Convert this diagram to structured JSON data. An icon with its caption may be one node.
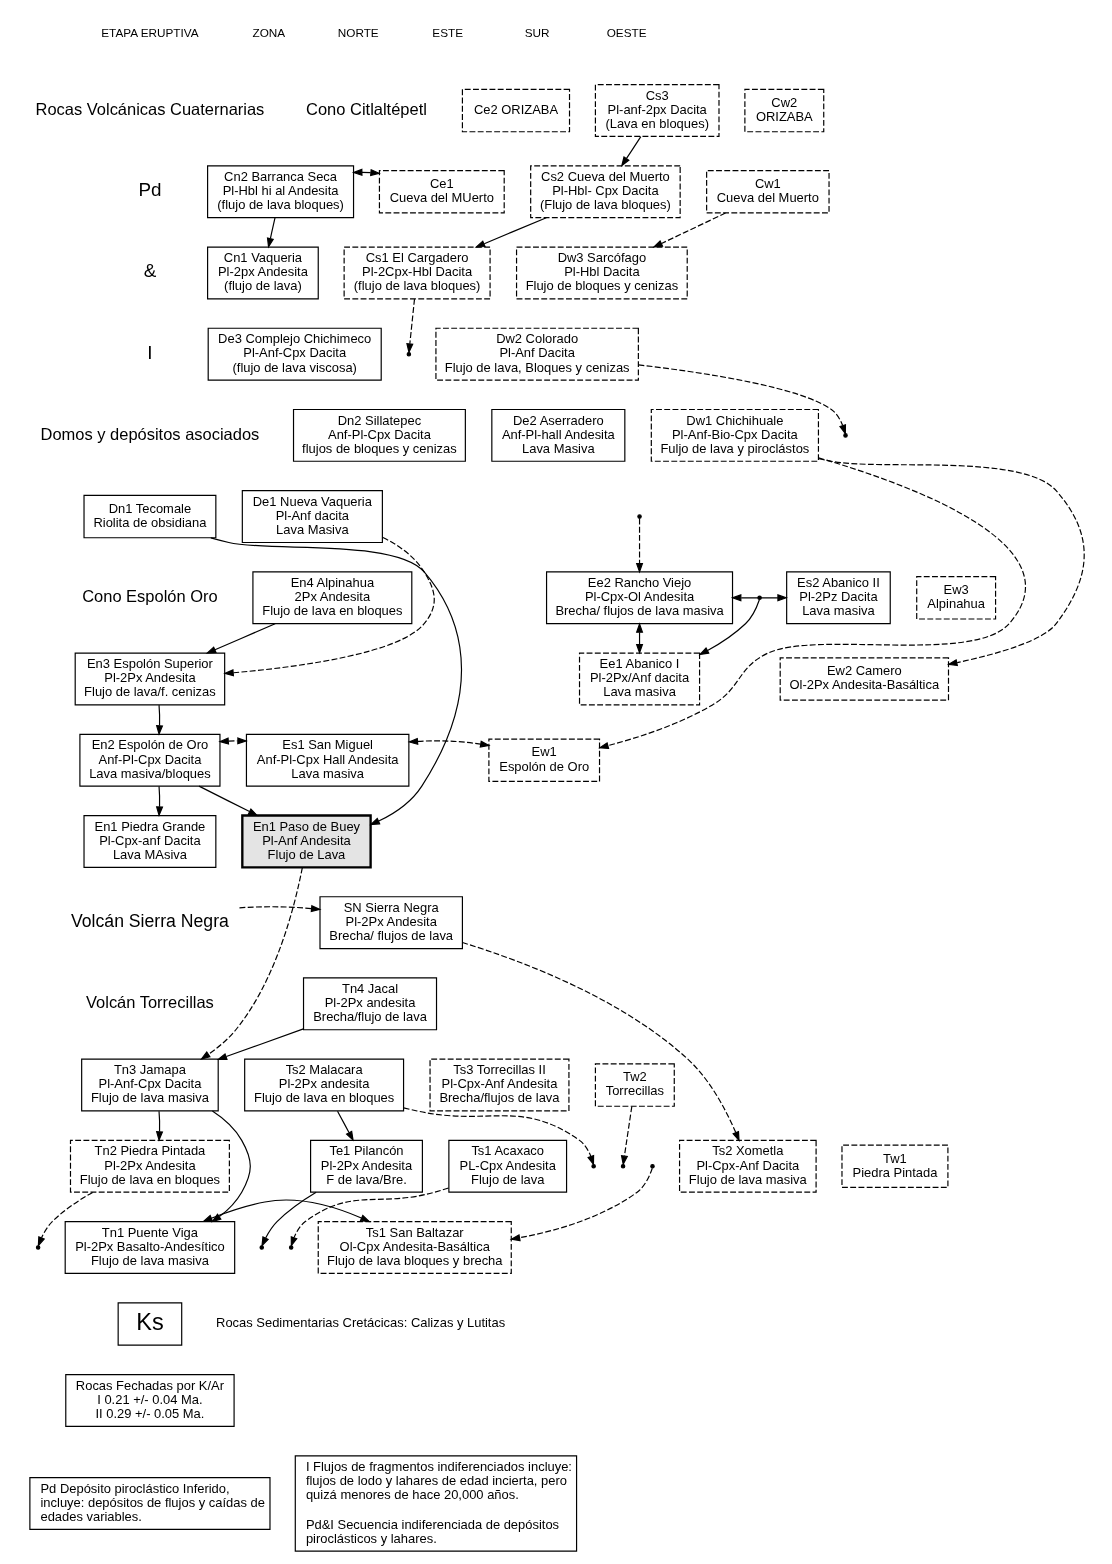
{
  "diagram": {
    "nodes": [
      {
        "text": [
          "Ce2 ORIZABA"
        ]
      },
      {
        "text": [
          "Cs3",
          "Pl-anf-2px Dacita",
          "(Lava en bloques)"
        ]
      },
      {
        "text": [
          "Cw2",
          "ORIZABA"
        ]
      },
      {
        "text": [
          "Cn2 Barranca Seca",
          "Pl-Hbl hi al Andesita",
          "(flujo de lava bloques)"
        ]
      },
      {
        "text": [
          "Ce1",
          "Cueva del MUerto"
        ]
      },
      {
        "text": [
          "Cs2 Cueva del Muerto",
          "Pl-Hbl- Cpx Dacita",
          "(Flujo de lava bloques)"
        ]
      },
      {
        "text": [
          "Cw1",
          "Cueva del Muerto"
        ]
      },
      {
        "text": [
          "Cn1 Vaqueria",
          "Pl-2px Andesita",
          "(flujo de lava)"
        ]
      },
      {
        "text": [
          "Cs1 El Cargadero",
          "Pl-2Cpx-Hbl Dacita",
          "(flujo de lava bloques)"
        ]
      },
      {
        "text": [
          "Dw3 Sarcófago",
          "Pl-Hbl Dacita",
          "Flujo de bloques y cenizas"
        ]
      },
      {
        "text": [
          "De3 Complejo Chichimeco",
          "Pl-Anf-Cpx Dacita",
          "(flujo de lava viscosa)"
        ]
      },
      {
        "text": [
          "Dw2 Colorado",
          "Pl-Anf Dacita",
          "Flujo de lava, Bloques y cenizas"
        ]
      },
      {
        "text": [
          "Dn2 Sillatepec",
          "Anf-Pl-Cpx Dacita",
          "flujos de bloques y cenizas"
        ]
      },
      {
        "text": [
          "De2 Aserradero",
          "Anf-Pl-hall Andesita",
          "Lava Masiva"
        ]
      },
      {
        "text": [
          "Dw1 Chichihuale",
          "Pl-Anf-Bio-Cpx Dacita",
          "Fuljo de lava y piroclástos"
        ]
      },
      {
        "text": [
          "Dn1 Tecomale",
          "Riolita de obsidiana"
        ]
      },
      {
        "text": [
          "De1 Nueva Vaqueria",
          "Pl-Anf dacita",
          "Lava Masiva"
        ]
      },
      {
        "text": [
          "En4 Alpinahua",
          "2Px Andesita",
          "Flujo de lava en bloques"
        ]
      },
      {
        "text": [
          "Ee2 Rancho Viejo",
          "Pl-Cpx-Ol Andesita",
          "Brecha/ flujos de lava masiva"
        ]
      },
      {
        "text": [
          "Es2 Abanico II",
          "Pl-2Pz Dacita",
          "Lava masiva"
        ]
      },
      {
        "text": [
          "Ew3",
          "Alpinahua"
        ]
      },
      {
        "text": [
          "Ee1 Abanico I",
          "Pl-2Px/Anf dacita",
          "Lava masiva"
        ]
      },
      {
        "text": [
          "Ew2 Camero",
          "Ol-2Px Andesita-Basáltica"
        ]
      },
      {
        "text": [
          "En3 Espolón Superior",
          "Pl-2Px Andesita",
          "Flujo de lava/f. cenizas"
        ]
      },
      {
        "text": [
          "En2 Espolón de Oro",
          "Anf-Pl-Cpx Dacita",
          "Lava masiva/bloques"
        ]
      },
      {
        "text": [
          "Es1 San Miguel",
          "Anf-Pl-Cpx Hall Andesita",
          "Lava masiva"
        ]
      },
      {
        "text": [
          "Ew1",
          "Espolón de Oro"
        ]
      },
      {
        "text": [
          "En1 Piedra Grande",
          "Pl-Cpx-anf Dacita",
          "Lava MAsiva"
        ]
      },
      {
        "text": [
          "En1 Paso de Buey",
          "Pl-Anf Andesita",
          "Flujo de Lava"
        ]
      },
      {
        "text": [
          "Volcán Sierra Negra"
        ]
      },
      {
        "text": [
          "SN Sierra Negra",
          "Pl-2Px Andesita",
          "Brecha/ flujos de lava"
        ]
      },
      {
        "text": [
          "Tn4 Jacal",
          "Pl-2Px andesita",
          "Brecha/flujo de lava"
        ]
      },
      {
        "text": [
          "Tn3 Jamapa",
          "Pl-Anf-Cpx Dacita",
          "Flujo de lava masiva"
        ]
      },
      {
        "text": [
          "Ts2 Malacara",
          "Pl-2Px andesita",
          "Flujo de lava en bloques"
        ]
      },
      {
        "text": [
          "Ts3 Torrecillas II",
          "Pl-Cpx-Anf Andesita",
          "Brecha/flujos de lava"
        ]
      },
      {
        "text": [
          "Tw2",
          "Torrecillas"
        ]
      },
      {
        "text": [
          "Tw1",
          "Piedra Pintada"
        ]
      },
      {
        "text": [
          "Tn2 Piedra Pintada",
          "Pl-2Px Andesita",
          "Flujo de lava en bloques"
        ]
      },
      {
        "text": [
          "Te1 Pilancón",
          "Pl-2Px Andesita",
          "F de lava/Bre."
        ]
      },
      {
        "text": [
          "Ts1 Acaxaco",
          "PL-Cpx Andesita",
          "Flujo de lava"
        ]
      },
      {
        "text": [
          "Ts2 Xometla",
          "Pl-Cpx-Anf Dacita",
          "Flujo de lava masiva"
        ]
      },
      {
        "text": [
          "Tn1 Puente Viga",
          "Pl-2Px Basalto-Andesítico",
          "Flujo de lava masiva"
        ]
      },
      {
        "text": [
          "Ts1 San Baltazar",
          "Ol-Cpx Andesita-Basáltica",
          "Flujo de lava bloques y brecha"
        ]
      },
      {
        "text": [
          "Ks"
        ],
        "beside": [
          "Rocas Sedimentarias Cretácicas: Calizas y Lutitas"
        ]
      },
      {
        "text": [
          "Rocas Fechadas por K/Ar",
          "I 0.21 +/- 0.04 Ma.",
          "II 0.29 +/- 0.05 Ma."
        ]
      },
      {
        "text": [
          "Pd Depósito piroclástico Inferido, incluye: depósitos de flujos y caídas de edades variables."
        ]
      },
      {
        "text": [
          "I Flujos de fragmentos indiferenciados incluye: flujos de lodo y lahares de edad incierta, pero quizá menores de hace 20,000 años.",
          "Pd&I Secuencia indiferenciada de depósitos piroclásticos y lahares."
        ]
      }
    ],
    "edges": [
      {
        "from": 3,
        "to": 4,
        "arrow": "both"
      },
      {
        "from": 3,
        "to": 7,
        "arrow": "to"
      },
      {
        "from": 1,
        "to": 5,
        "arrow": "to"
      },
      {
        "from": 5,
        "to": 8,
        "arrow": "to"
      },
      {
        "from": 6,
        "to": 9,
        "arrow": "to",
        "style": "dashed"
      },
      {
        "from": 8,
        "to": null,
        "arrow": "to",
        "style": "dashed"
      },
      {
        "from": 11,
        "to": null,
        "arrow": "to",
        "style": "dashed"
      },
      {
        "from": 14,
        "to": 22,
        "arrow": "to",
        "style": "dashed"
      },
      {
        "from": 14,
        "to": 26,
        "arrow": "to",
        "style": "dashed"
      },
      {
        "from": 15,
        "to": 28,
        "arrow": "to"
      },
      {
        "from": 16,
        "to": 23,
        "arrow": "to",
        "style": "dashed"
      },
      {
        "from": 17,
        "to": 23,
        "arrow": "to"
      },
      {
        "from": 23,
        "to": 24,
        "arrow": "to"
      },
      {
        "from": 24,
        "to": 27,
        "arrow": "to"
      },
      {
        "from": 24,
        "to": 28,
        "arrow": "to"
      },
      {
        "from": 24,
        "to": 25,
        "arrow": "both",
        "style": "dashed"
      },
      {
        "from": 25,
        "to": 26,
        "arrow": "both",
        "style": "dashed"
      },
      {
        "from": null,
        "to": 21,
        "arrow": "to"
      },
      {
        "from": 18,
        "to": 19,
        "arrow": "both"
      },
      {
        "from": 18,
        "to": 21,
        "arrow": "both"
      },
      {
        "from": null,
        "to": 18,
        "arrow": "to",
        "style": "dashed"
      },
      {
        "from": 29,
        "to": 30,
        "arrow": "to",
        "style": "dashed"
      },
      {
        "from": 33,
        "to": null,
        "arrow": "to",
        "style": "dashed"
      },
      {
        "from": 30,
        "to": 40,
        "arrow": "to",
        "style": "dashed"
      },
      {
        "from": 35,
        "to": null,
        "arrow": "to",
        "style": "dashed"
      },
      {
        "from": 28,
        "to": 32,
        "arrow": "to",
        "style": "dashed"
      },
      {
        "from": 31,
        "to": 32,
        "arrow": "to"
      },
      {
        "from": 32,
        "to": 37,
        "arrow": "to"
      },
      {
        "from": 32,
        "to": 41,
        "arrow": "to"
      },
      {
        "from": 33,
        "to": 38,
        "arrow": "to"
      },
      {
        "from": 38,
        "to": null,
        "arrow": "to"
      },
      {
        "from": 39,
        "to": null,
        "arrow": "to",
        "style": "dashed"
      },
      {
        "from": null,
        "to": 42,
        "arrow": "to",
        "style": "dashed"
      },
      {
        "from": 41,
        "to": 42,
        "arrow": "both"
      },
      {
        "from": 37,
        "to": null,
        "arrow": "to",
        "style": "dashed"
      }
    ],
    "labels": [
      "ETAPA ERUPTIVA",
      "ZONA",
      "NORTE",
      "ESTE",
      "SUR",
      "OESTE",
      "Rocas Volcánicas Cuaternarias",
      "Cono Citlaltépetl",
      "Pd",
      "&",
      "I",
      "Domos y depósitos asociados",
      "Cono Espolón Oro",
      "Volcán Torrecillas"
    ]
  }
}
